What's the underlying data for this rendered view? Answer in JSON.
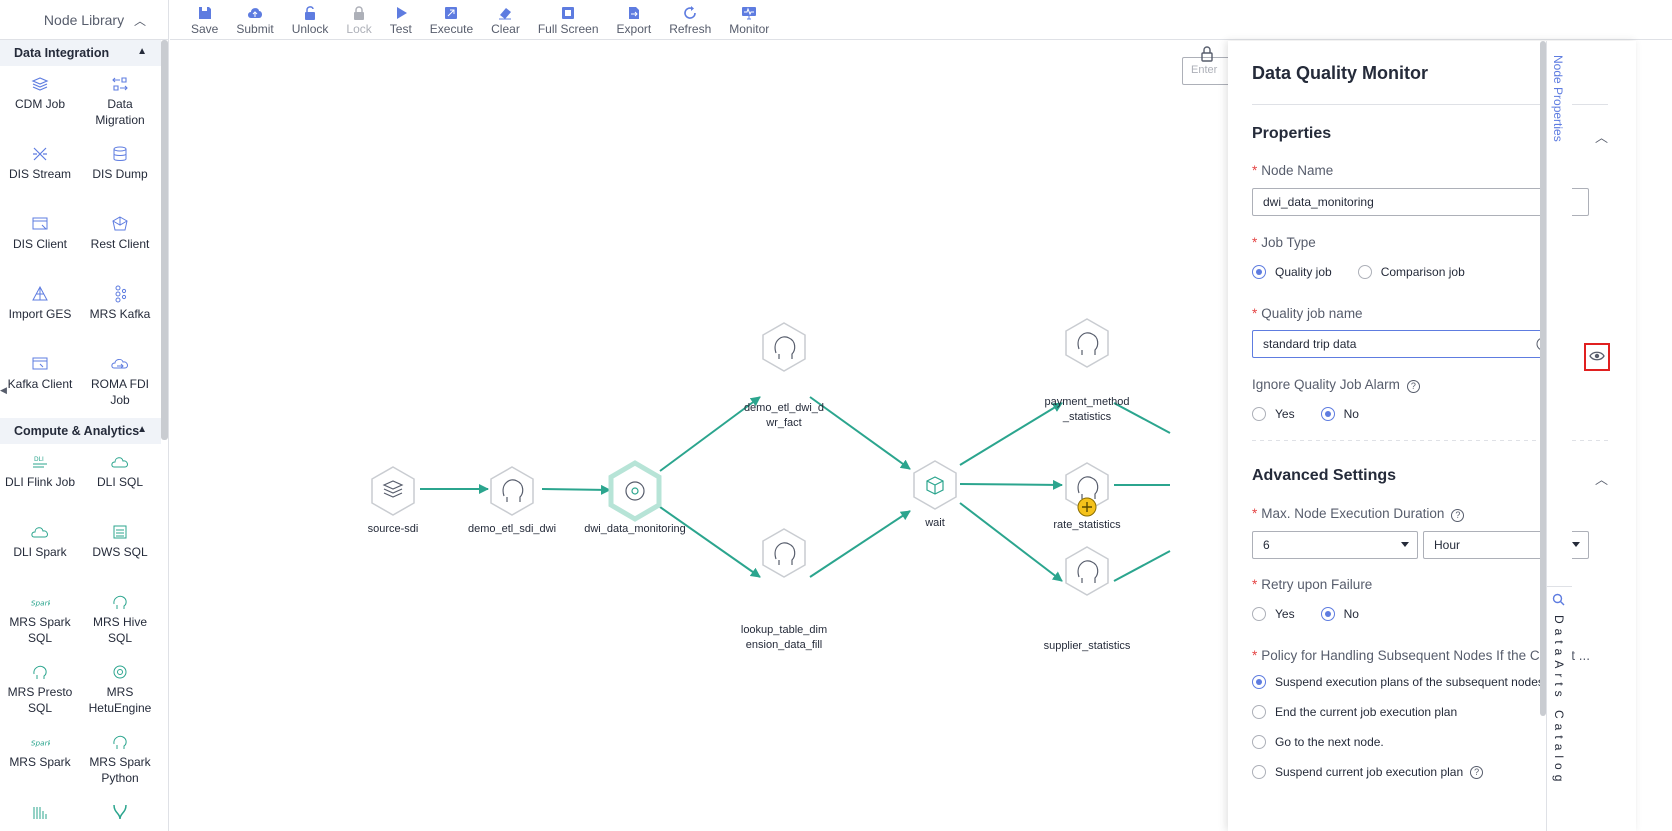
{
  "library": {
    "title": "Node Library",
    "categories": [
      {
        "name": "Data Integration",
        "items": [
          "CDM Job",
          "Data Migration",
          "DIS Stream",
          "DIS Dump",
          "DIS Client",
          "Rest Client",
          "Import GES",
          "MRS Kafka",
          "Kafka Client",
          "ROMA FDI Job"
        ]
      },
      {
        "name": "Compute & Analytics",
        "items": [
          "DLI Flink Job",
          "DLI SQL",
          "DLI Spark",
          "DWS SQL",
          "MRS Spark SQL",
          "MRS Hive SQL",
          "MRS Presto SQL",
          "MRS HetuEngine",
          "MRS Spark",
          "MRS Spark Python"
        ]
      }
    ]
  },
  "toolbar": {
    "save": "Save",
    "submit": "Submit",
    "unlock": "Unlock",
    "lock": "Lock",
    "test": "Test",
    "execute": "Execute",
    "clear": "Clear",
    "full_screen": "Full Screen",
    "export": "Export",
    "refresh": "Refresh",
    "monitor": "Monitor"
  },
  "canvas": {
    "search_placeholder": "Enter",
    "nodes": {
      "source": "source-sdi",
      "demo_sdi": "demo_etl_sdi_dwi",
      "monitoring": "dwi_data_monitoring",
      "dwr_fact": "demo_etl_dwi_dwr_fact",
      "lookup": "lookup_table_dimension_data_fill",
      "wait": "wait",
      "payment": "payment_method_statistics",
      "rate": "rate_statistics",
      "supplier": "supplier_statistics"
    }
  },
  "panel": {
    "title": "Data Quality Monitor",
    "properties": {
      "title": "Properties",
      "node_name_label": "Node Name",
      "node_name_value": "dwi_data_monitoring",
      "job_type_label": "Job Type",
      "job_type_options": [
        "Quality job",
        "Comparison job"
      ],
      "job_type_selected": "Quality job",
      "quality_job_name_label": "Quality job name",
      "quality_job_name_value": "standard trip data",
      "ignore_alarm_label": "Ignore Quality Job Alarm",
      "ignore_alarm_options": [
        "Yes",
        "No"
      ],
      "ignore_alarm_selected": "No"
    },
    "advanced": {
      "title": "Advanced Settings",
      "max_duration_label": "Max. Node Execution Duration",
      "max_duration_value": "6",
      "max_duration_unit": "Hour",
      "retry_label": "Retry upon Failure",
      "retry_options": [
        "Yes",
        "No"
      ],
      "retry_selected": "No",
      "policy_label": "Policy for Handling Subsequent Nodes If the Current ...",
      "policy_options": [
        "Suspend execution plans of the subsequent nodes",
        "End the current job execution plan",
        "Go to the next node.",
        "Suspend current job execution plan"
      ],
      "policy_selected": "Suspend execution plans of the subsequent nodes"
    }
  },
  "right_tabs": {
    "node_properties": "Node Properties",
    "catalog": "DataArts Catalog"
  },
  "colors": {
    "accent": "#5e7ce0",
    "edge": "#2ba58e",
    "required": "#e54545",
    "highlight_border": "#e02020"
  }
}
